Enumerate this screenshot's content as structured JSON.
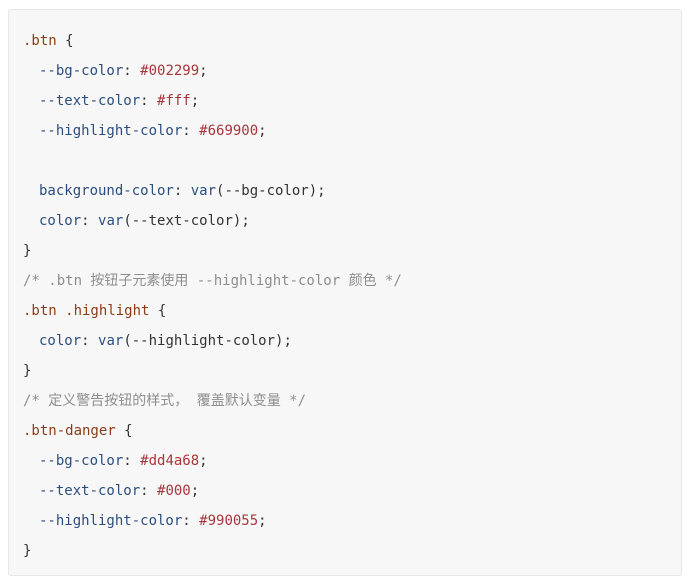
{
  "code": {
    "line1": {
      "selector": ".btn",
      "brace": "{"
    },
    "line2": {
      "prop": "--bg-color",
      "value": "#002299"
    },
    "line3": {
      "prop": "--text-color",
      "value": "#fff"
    },
    "line4": {
      "prop": "--highlight-color",
      "value": "#669900"
    },
    "line6": {
      "prop": "background-color",
      "func": "var",
      "arg": "--bg-color"
    },
    "line7": {
      "prop": "color",
      "func": "var",
      "arg": "--text-color"
    },
    "line8": {
      "brace": "}"
    },
    "line9": {
      "comment": "/* .btn 按钮子元素使用 --highlight-color 颜色 */"
    },
    "line10": {
      "selector": ".btn .highlight",
      "brace": "{"
    },
    "line11": {
      "prop": "color",
      "func": "var",
      "arg": "--highlight-color"
    },
    "line12": {
      "brace": "}"
    },
    "line13": {
      "comment": "/* 定义警告按钮的样式， 覆盖默认变量 */"
    },
    "line14": {
      "selector": ".btn-danger",
      "brace": "{"
    },
    "line15": {
      "prop": "--bg-color",
      "value": "#dd4a68"
    },
    "line16": {
      "prop": "--text-color",
      "value": "#000"
    },
    "line17": {
      "prop": "--highlight-color",
      "value": "#990055"
    },
    "line18": {
      "brace": "}"
    }
  },
  "colors": {
    "background": "#f7f7f7",
    "selector": "#8a3c15",
    "property": "#2b4e7e",
    "value": "#a9353d",
    "comment": "#8e8e8e"
  }
}
